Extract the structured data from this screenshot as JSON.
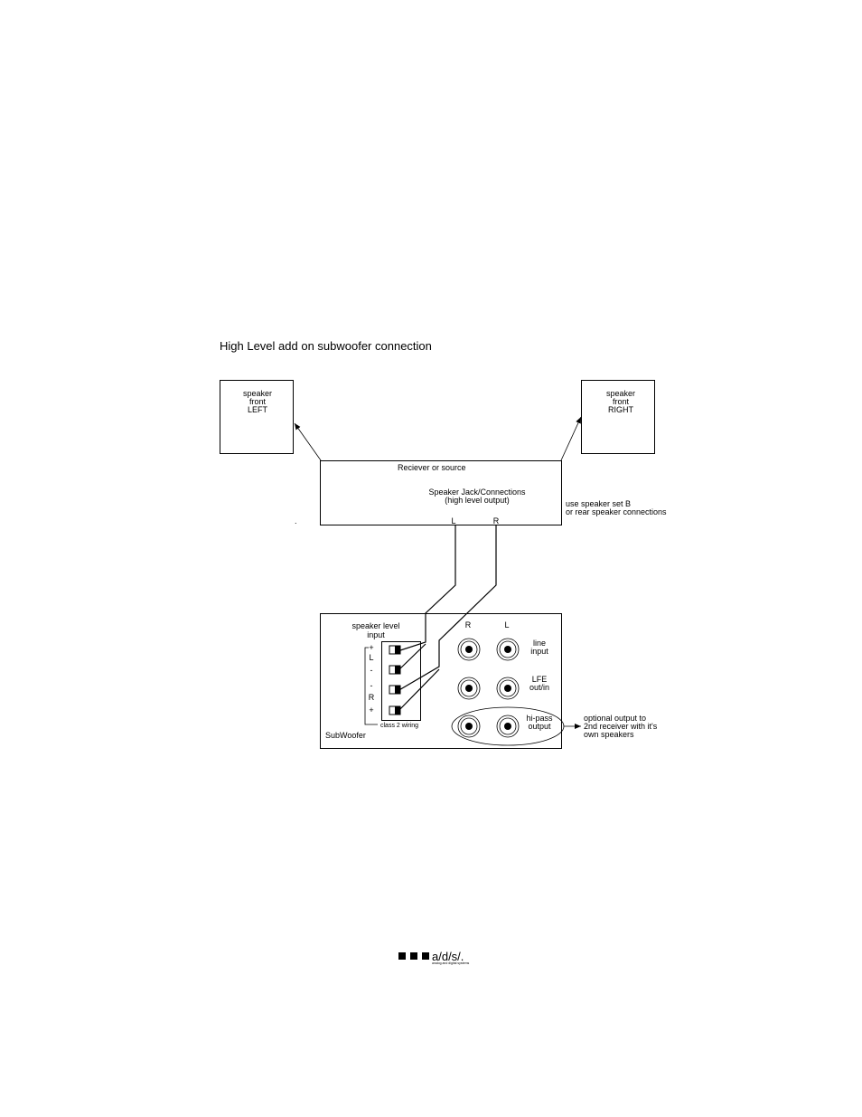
{
  "title": "High Level add on subwoofer connection",
  "speaker_left": [
    "speaker",
    "front",
    "LEFT"
  ],
  "speaker_right": [
    "speaker",
    "front",
    "RIGHT"
  ],
  "receiver": {
    "label": "Reciever or source",
    "jack_label": "Speaker Jack/Connections",
    "jack_sub": "(high level output)",
    "terminal_l": "L",
    "terminal_r": "R",
    "dot": "."
  },
  "note_speaker_b": [
    "use speaker set B",
    "or rear speaker connections"
  ],
  "subwoofer": {
    "label": "SubWoofer",
    "speaker_level": [
      "speaker level",
      "input"
    ],
    "polarity": {
      "l_plus": "+",
      "l": "L",
      "l_minus": "-",
      "r_minus": "-",
      "r": "R",
      "r_plus": "+"
    },
    "class2": "class 2 wiring",
    "col_r": "R",
    "col_l": "L",
    "line_input": [
      "line",
      "input"
    ],
    "lfe": [
      "LFE",
      "out/in"
    ],
    "hipass": [
      "hi-pass",
      "output"
    ]
  },
  "optional_note": [
    "optional output to",
    "2nd receiver with it's",
    "own speakers"
  ],
  "logo": {
    "text": "a/d/s/.",
    "tagline": "analog and digital systems"
  }
}
